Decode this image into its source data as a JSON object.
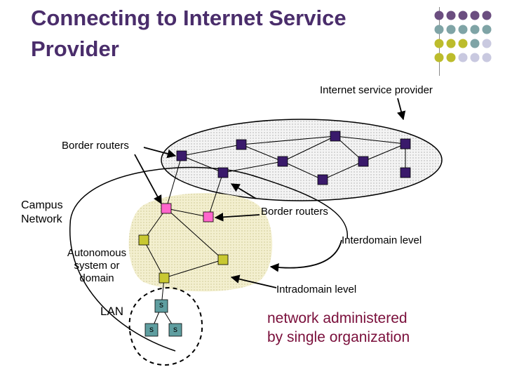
{
  "title": "Connecting to Internet Service Provider",
  "labels": {
    "isp": "Internet service provider",
    "border_routers_top": "Border routers",
    "campus_line1": "Campus",
    "campus_line2": "Network",
    "border_routers_mid": "Border routers",
    "interdomain": "Interdomain level",
    "as_line1": "Autonomous",
    "as_line2": "system or",
    "as_line3": "domain",
    "intradomain": "Intradomain level",
    "lan": "LAN",
    "server": "s",
    "network_admin_line1": "network administered",
    "network_admin_line2": "by single organization"
  },
  "colors": {
    "title": "#4a2d6b",
    "isp_router": "#3a1a6b",
    "border_router": "#ff66cc",
    "as_router": "#c8c832",
    "server": "#5f9ea0",
    "emphasis_text": "#7a0f3b",
    "dot_purple": "#6b4e80",
    "dot_teal": "#7fa4a6",
    "dot_yellow": "#bcbc2c",
    "dot_lavender": "#c9c9e0"
  }
}
